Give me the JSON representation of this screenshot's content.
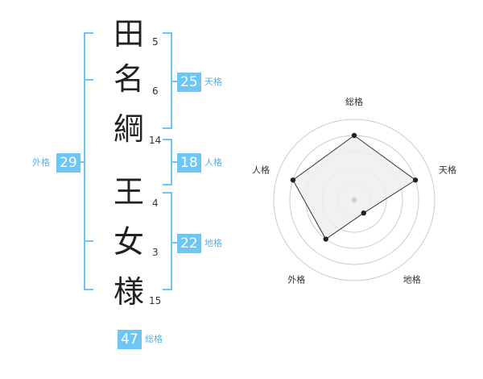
{
  "name": {
    "characters": [
      {
        "char": "田",
        "strokes": "5"
      },
      {
        "char": "名",
        "strokes": "6"
      },
      {
        "char": "綱",
        "strokes": "14"
      },
      {
        "char": "王",
        "strokes": "4"
      },
      {
        "char": "女",
        "strokes": "3"
      },
      {
        "char": "様",
        "strokes": "15"
      }
    ]
  },
  "fortunes": {
    "tenkaku": {
      "value": "25",
      "label": "天格"
    },
    "jinkaku": {
      "value": "18",
      "label": "人格"
    },
    "chikaku": {
      "value": "22",
      "label": "地格"
    },
    "gaikaku": {
      "value": "29",
      "label": "外格"
    },
    "soukaku": {
      "value": "47",
      "label": "総格"
    }
  },
  "chart_data": {
    "type": "radar",
    "axes": [
      "総格",
      "天格",
      "地格",
      "外格",
      "人格"
    ],
    "values": [
      4,
      4,
      1,
      3,
      4
    ],
    "max": 5,
    "rings": 5,
    "colors": {
      "fill": "#efefef",
      "line": "#333333",
      "grid": "#cccccc",
      "point": "#222222",
      "center": "#cccccc"
    }
  },
  "colors": {
    "accent": "#6ec6f5",
    "label": "#55b4e8"
  }
}
